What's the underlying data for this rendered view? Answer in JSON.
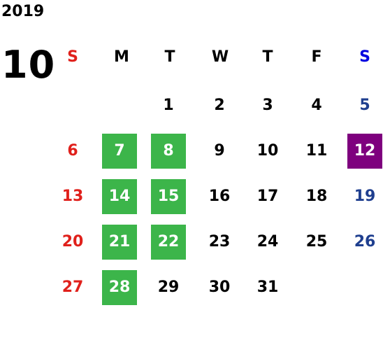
{
  "calendar": {
    "year": "2019",
    "month": "10",
    "weekday_headers": [
      "S",
      "M",
      "T",
      "W",
      "T",
      "F",
      "S"
    ],
    "weeks": [
      [
        "",
        "",
        "1",
        "2",
        "3",
        "4",
        "5"
      ],
      [
        "6",
        "7",
        "8",
        "9",
        "10",
        "11",
        "12"
      ],
      [
        "13",
        "14",
        "15",
        "16",
        "17",
        "18",
        "19"
      ],
      [
        "20",
        "21",
        "22",
        "23",
        "24",
        "25",
        "26"
      ],
      [
        "27",
        "28",
        "29",
        "30",
        "31",
        "",
        ""
      ]
    ],
    "highlight_green_days": [
      "7",
      "8",
      "14",
      "15",
      "21",
      "22",
      "28"
    ],
    "highlight_purple_days": [
      "12"
    ],
    "colors": {
      "sunday": "#e0201b",
      "saturday": "#1f3f8f",
      "saturday_header": "#0000e0",
      "green_highlight": "#3cb54a",
      "purple_highlight": "#7e007e",
      "default_text": "#000000"
    }
  }
}
